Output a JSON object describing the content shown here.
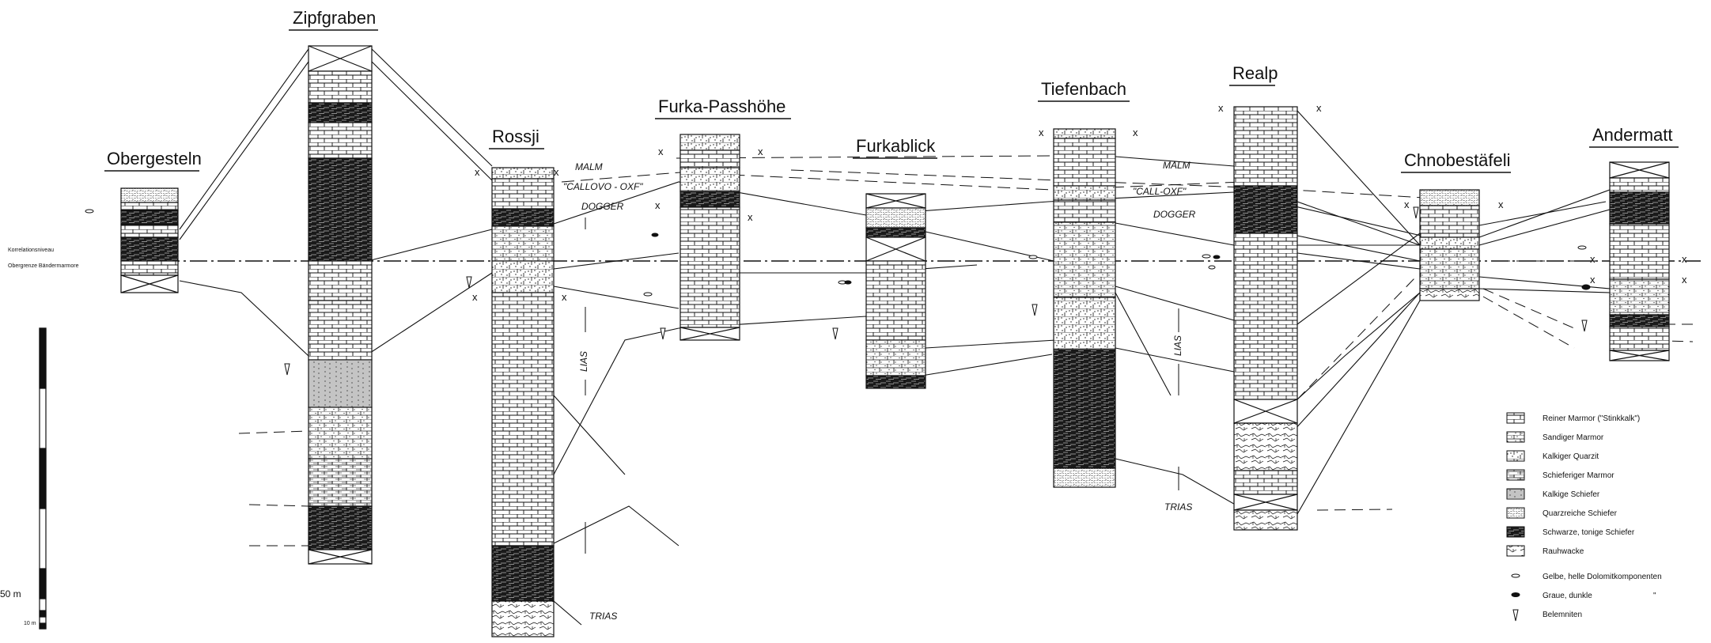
{
  "sections": [
    {
      "id": "obergesteln",
      "title": "Obergesteln"
    },
    {
      "id": "zipfgraben",
      "title": "Zipfgraben"
    },
    {
      "id": "rossji",
      "title": "Rossji"
    },
    {
      "id": "furka",
      "title": "Furka-Passhöhe"
    },
    {
      "id": "furkablick",
      "title": "Furkablick"
    },
    {
      "id": "tiefenbach",
      "title": "Tiefenbach"
    },
    {
      "id": "realp",
      "title": "Realp"
    },
    {
      "id": "chnobestafeli",
      "title": "Chnobestäfeli"
    },
    {
      "id": "andermatt",
      "title": "Andermatt"
    }
  ],
  "correlation": {
    "line1": "Korrelationsniveau",
    "line2": "Obergrenze Bändermarmore"
  },
  "stratigraphy": {
    "malm": "MALM",
    "callovo_oxf": "\"CALLOVO - OXF\"",
    "dogger": "DOGGER",
    "lias": "LIAS",
    "trias": "TRIAS",
    "malm_right": "MALM",
    "call_oxf_right": "\"CALL-OXF\"",
    "dogger_right": "DOGGER",
    "lias_right": "LIAS",
    "trias_right": "TRIAS"
  },
  "scale": {
    "big": "50 m",
    "small": "10 m"
  },
  "legend": {
    "items": [
      {
        "pattern": "reiner",
        "label": "Reiner Marmor (\"Stinkkalk\")"
      },
      {
        "pattern": "sandig",
        "label": "Sandiger Marmor"
      },
      {
        "pattern": "quarzit",
        "label": "Kalkiger Quarzit"
      },
      {
        "pattern": "schiefrig",
        "label": "Schieferiger Marmor"
      },
      {
        "pattern": "kalkschiefer",
        "label": "Kalkige Schiefer"
      },
      {
        "pattern": "quarzschiefer",
        "label": "Quarzreiche Schiefer"
      },
      {
        "pattern": "schwarz",
        "label": "Schwarze, tonige Schiefer"
      },
      {
        "pattern": "rauhwacke",
        "label": "Rauhwacke"
      }
    ],
    "symbols": [
      {
        "symbol": "oval-light",
        "label": "Gelbe, helle Dolomitkomponenten"
      },
      {
        "symbol": "oval-dark",
        "label": "Graue, dunkle"
      },
      {
        "symbol": "belemnite",
        "label": "Belemniten"
      }
    ],
    "ditto": "\""
  },
  "colors": {
    "ink": "#111111",
    "paper": "#ffffff"
  }
}
